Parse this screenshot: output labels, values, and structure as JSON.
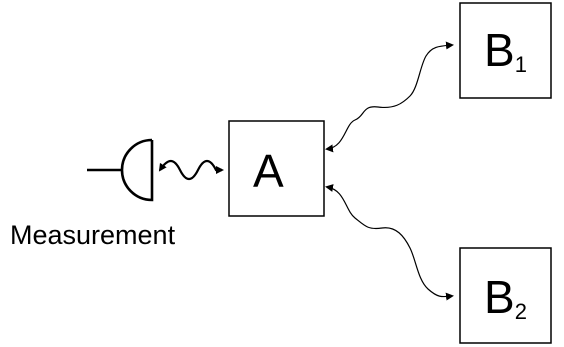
{
  "nodes": {
    "a": {
      "label": "A"
    },
    "b1": {
      "label": "B",
      "subscript": "1"
    },
    "b2": {
      "label": "B",
      "subscript": "2"
    }
  },
  "measurement": {
    "label": "Measurement"
  },
  "connections": [
    {
      "from": "A",
      "to": "B1"
    },
    {
      "from": "A",
      "to": "B2"
    },
    {
      "from": "A",
      "to": "Measurement"
    }
  ]
}
